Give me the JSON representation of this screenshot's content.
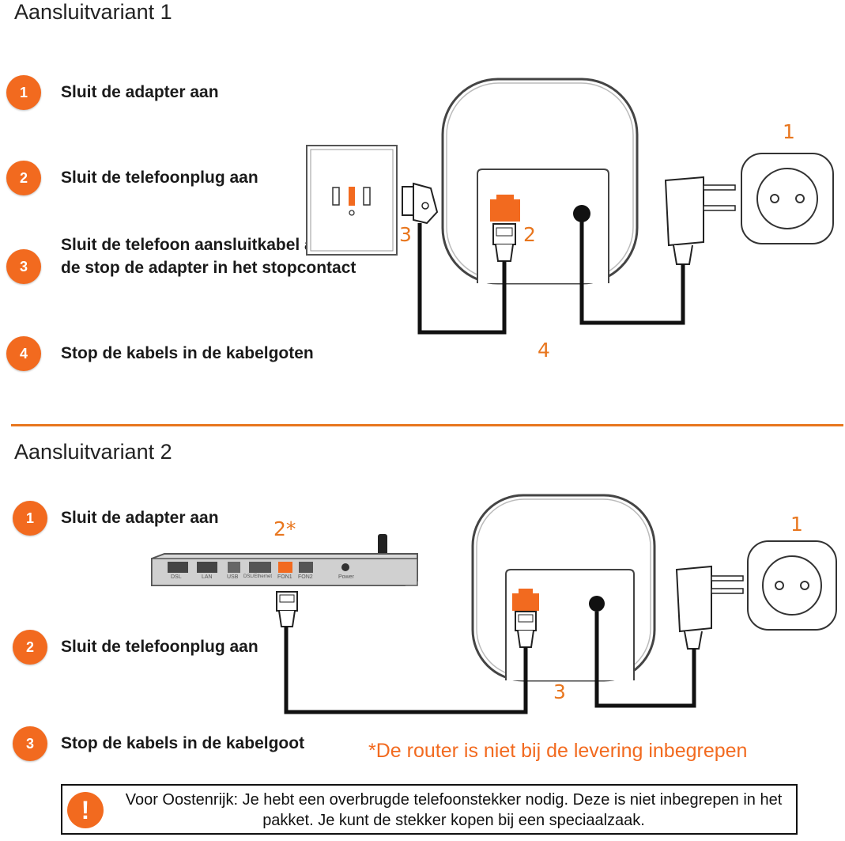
{
  "variant1": {
    "title": "Aansluitvariant 1",
    "steps": [
      {
        "num": "1",
        "text": "Sluit de adapter aan"
      },
      {
        "num": "2",
        "text": "Sluit de telefoonplug aan"
      },
      {
        "num": "3",
        "text": "Sluit de telefoon aansluitkabel aan en de stop de adapter in het stopcontact"
      },
      {
        "num": "4",
        "text": "Stop de kabels in de kabelgoten"
      }
    ],
    "labels": {
      "one": "1",
      "two": "2",
      "three": "3",
      "four": "4"
    }
  },
  "variant2": {
    "title": "Aansluitvariant 2",
    "steps": [
      {
        "num": "1",
        "text": "Sluit de adapter aan"
      },
      {
        "num": "2",
        "text": "Sluit de telefoonplug aan"
      },
      {
        "num": "3",
        "text": "Stop de kabels in de kabelgoot"
      }
    ],
    "labels": {
      "one": "1",
      "two": "2*",
      "three": "3"
    },
    "router_ports": [
      "DSL",
      "LAN",
      "USB",
      "DSL/Ethernet",
      "FON1",
      "FON2",
      "Power"
    ]
  },
  "router_note": "*De router is niet bij de levering inbegrepen",
  "notice": {
    "icon": "exclamation-icon",
    "symbol": "!",
    "text": "Voor Oostenrijk: Je hebt een overbrugde telefoonstekker nodig. Deze is niet inbegrepen in het pakket. Je kunt de stekker kopen bij een speciaalzaak."
  },
  "colors": {
    "accent": "#f26a1f",
    "line": "#e8761e",
    "cable": "#111111"
  }
}
